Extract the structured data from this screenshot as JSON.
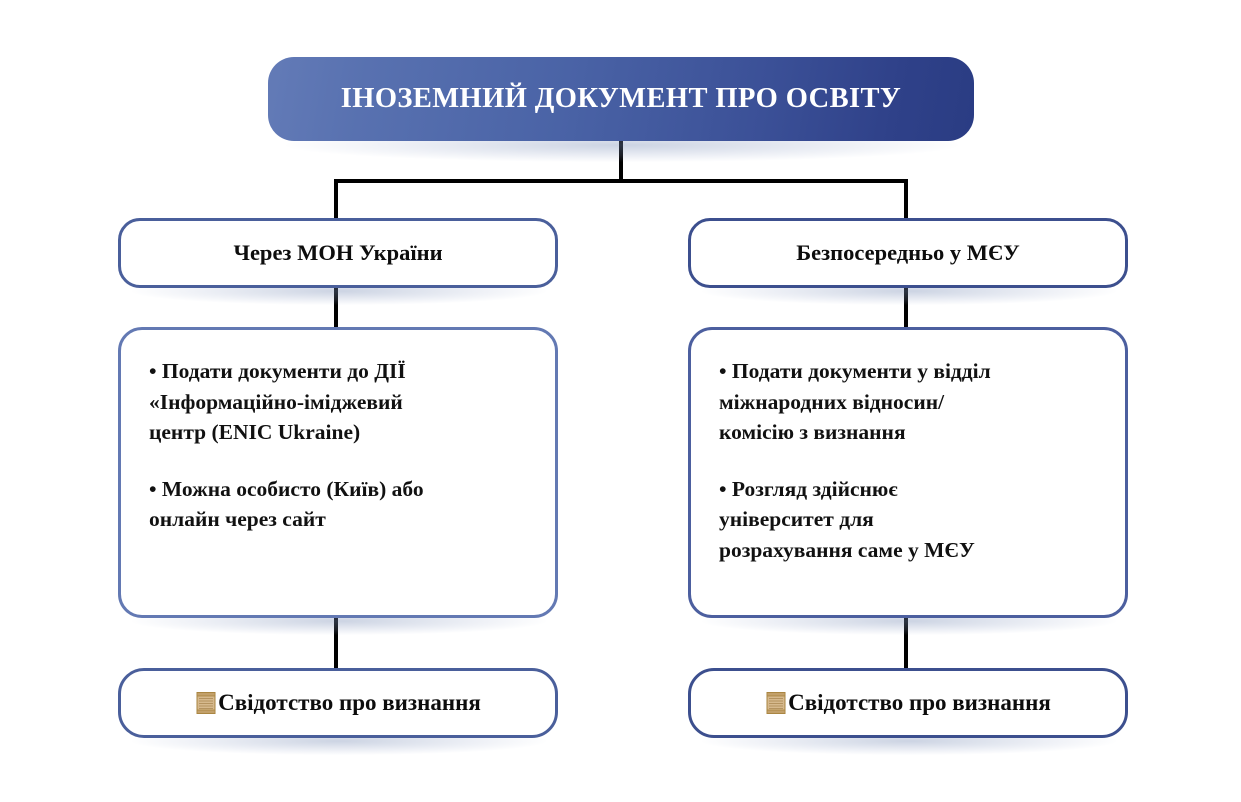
{
  "diagram": {
    "title": "ІНОЗЕМНИЙ ДОКУМЕНТ ПРО ОСВІТУ",
    "colors": {
      "title_gradient_start": "#637bb7",
      "title_gradient_end": "#2a3c83",
      "box_border": "#4a5f9b",
      "box_border_right": "#3c4f8e",
      "detail_border": "#6379b3",
      "text": "#0d0d0d",
      "title_text": "#ffffff",
      "connector": "#000000",
      "scroll_icon": "#c9a87c"
    },
    "branches": [
      {
        "id": "mon",
        "heading": "Через МОН України",
        "details": [
          {
            "lines": [
              "• Подати документи до ДІЇ",
              "«Інформаційно-іміджевий",
              "центр (ENIC Ukraine)"
            ]
          },
          {
            "lines": [
              "• Можна особисто (Київ) або",
              "онлайн через сайт"
            ]
          }
        ],
        "result": {
          "icon": "scroll-icon",
          "label": "Свідотство про визнання"
        }
      },
      {
        "id": "mieu",
        "heading": "Безпосередньо у МЄУ",
        "details": [
          {
            "lines": [
              "• Подати документи у відділ",
              "міжнародних відносин/",
              "комісію з визнання"
            ]
          },
          {
            "lines": [
              "• Розгляд здійснює",
              "університет для",
              "розрахування саме у МЄУ"
            ]
          }
        ],
        "result": {
          "icon": "scroll-icon",
          "label": "Свідотство про визнання"
        }
      }
    ]
  }
}
